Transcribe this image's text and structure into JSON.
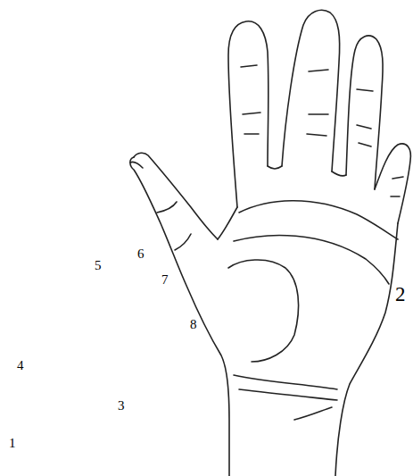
{
  "diagram": {
    "labels": [
      "5",
      "6",
      "7",
      "8",
      "2",
      "4",
      "3",
      "1"
    ]
  }
}
